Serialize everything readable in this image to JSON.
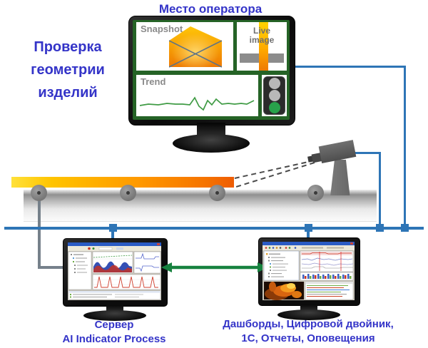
{
  "header": {
    "title": "Место оператора"
  },
  "left_caption": {
    "line1": "Проверка",
    "line2": "геометрии",
    "line3": "изделий"
  },
  "operator_screen": {
    "snapshot_label": "Snapshot",
    "live_image_label_line1": "Live",
    "live_image_label_line2": "image",
    "trend_label": "Trend"
  },
  "server_station": {
    "caption_line1": "Сервер",
    "caption_line2": "AI Indicator Process"
  },
  "dashboard_station": {
    "caption_line1": "Дашборды, Цифровой двойник,",
    "caption_line2": "1С, Отчеты, Оповещения"
  },
  "colors": {
    "accent_blue_text": "#3434c8",
    "cable_blue": "#2e75b6",
    "arrow_green": "#17823f",
    "trend_line_green": "#3f9b44",
    "traffic_light_green": "#28a24b",
    "screen_frame_green": "#256326",
    "hot_strip_gradient_start": "#ffe13a",
    "hot_strip_gradient_end": "#ee5c03"
  }
}
